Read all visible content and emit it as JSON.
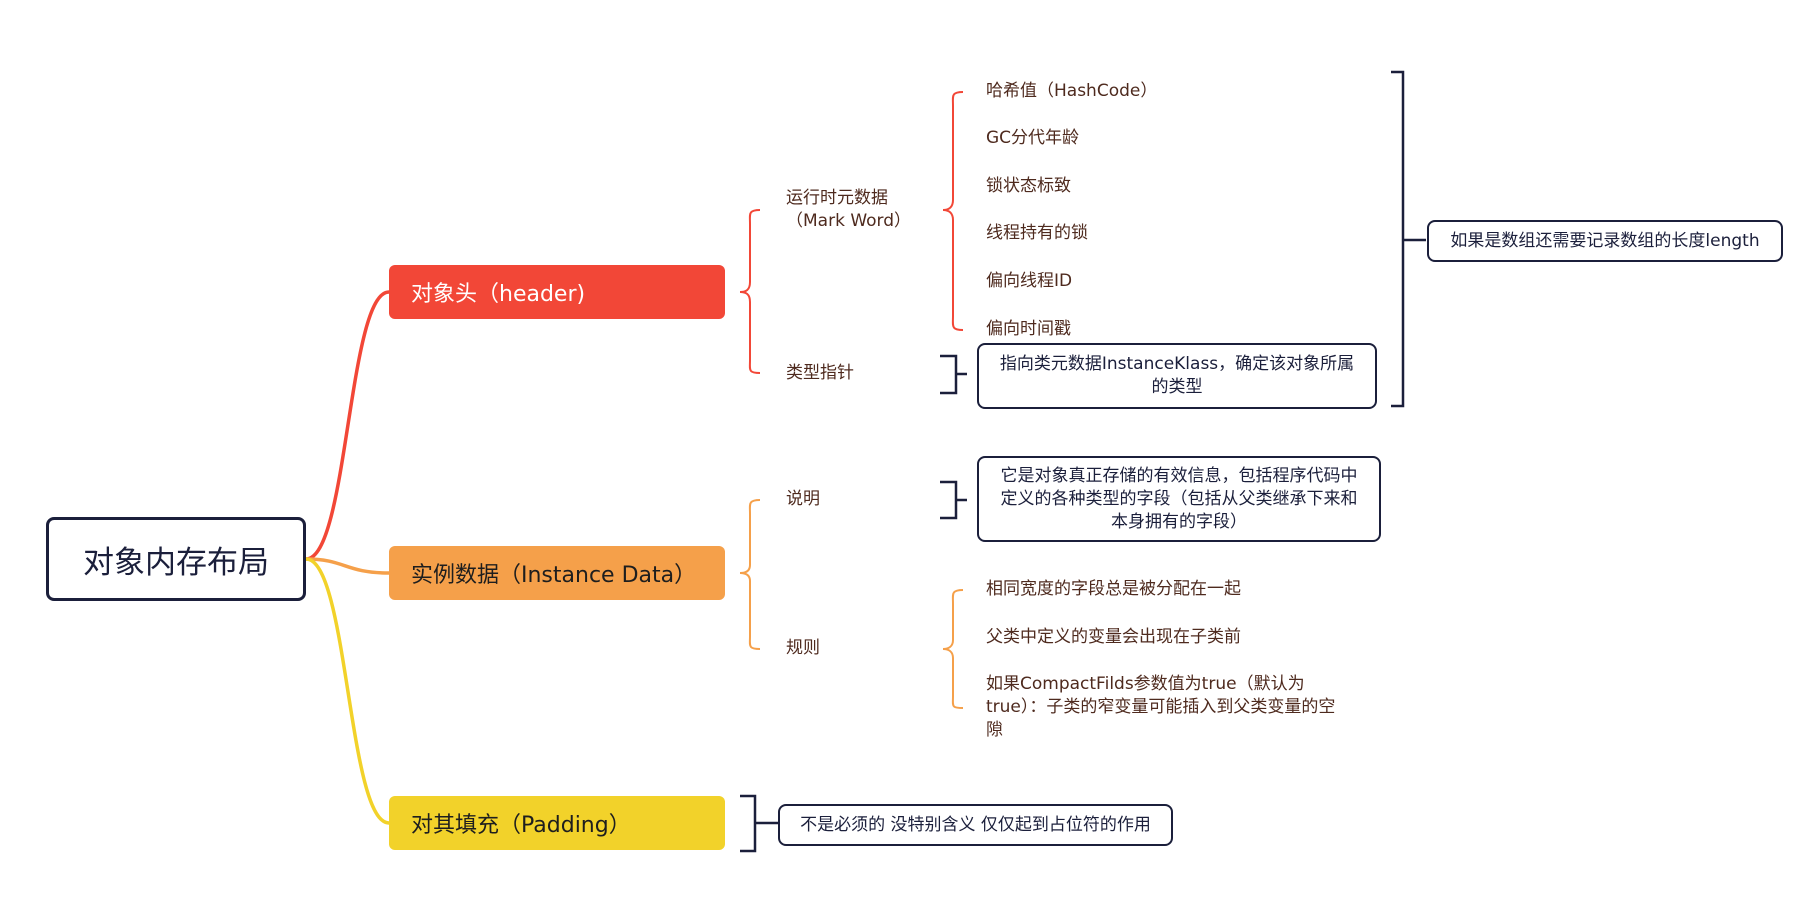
{
  "root": {
    "label": "对象内存布局"
  },
  "header": {
    "label": "对象头（header)",
    "mark_word": {
      "label_line1": "运行时元数据",
      "label_line2": "（Mark Word）",
      "items": [
        "哈希值（HashCode）",
        "GC分代年龄",
        "锁状态标致",
        "线程持有的锁",
        "偏向线程ID",
        "偏向时间戳"
      ]
    },
    "klass": {
      "label": "类型指针",
      "note_line1": "指向类元数据InstanceKlass，确定该对象所属",
      "note_line2": "的类型"
    },
    "array_note": "如果是数组还需要记录数组的长度length"
  },
  "instance": {
    "label": "实例数据（Instance Data）",
    "desc": {
      "label": "说明",
      "note_line1": "它是对象真正存储的有效信息，包括程序代码中",
      "note_line2": "定义的各种类型的字段（包括从父类继承下来和",
      "note_line3": "本身拥有的字段）"
    },
    "rules": {
      "label": "规则",
      "item1": "相同宽度的字段总是被分配在一起",
      "item2": "父类中定义的变量会出现在子类前",
      "item3_line1": "如果CompactFilds参数值为true（默认为",
      "item3_line2": "true）：子类的窄变量可能插入到父类变量的空",
      "item3_line3": "隙"
    }
  },
  "padding": {
    "label": "对其填充（Padding）",
    "note": "不是必须的 没特别含义 仅仅起到占位符的作用"
  },
  "colors": {
    "header": "#f24737",
    "instance": "#f5a04a",
    "padding": "#f2d22a",
    "dark": "#1b1f3b"
  }
}
